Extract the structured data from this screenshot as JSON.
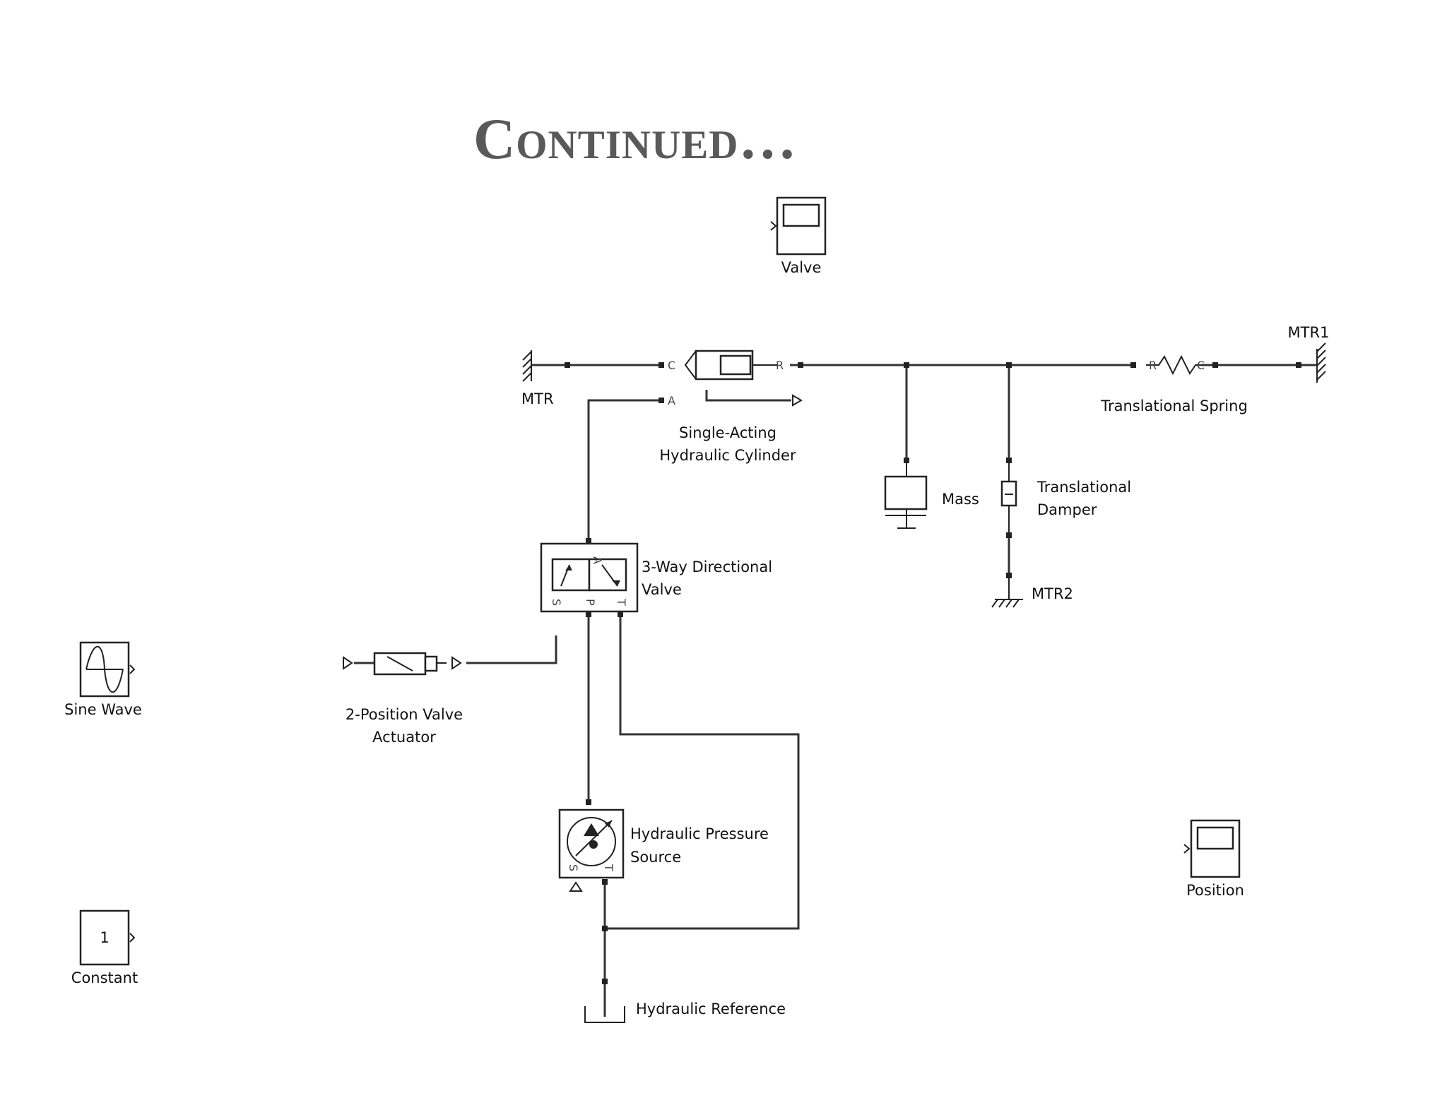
{
  "title": "Continued…",
  "blocks": {
    "valve_scope": "Valve",
    "mtr": "MTR",
    "mtr1": "MTR1",
    "mtr2": "MTR2",
    "cylinder_line1": "Single-Acting",
    "cylinder_line2": "Hydraulic Cylinder",
    "spring": "Translational Spring",
    "mass": "Mass",
    "damper_line1": "Translational",
    "damper_line2": "Damper",
    "dir_valve_line1": "3-Way Directional",
    "dir_valve_line2": "Valve",
    "actuator_line1": "2-Position Valve",
    "actuator_line2": "Actuator",
    "sine_wave": "Sine Wave",
    "pressure_source_line1": "Hydraulic Pressure",
    "pressure_source_line2": "Source",
    "position_scope": "Position",
    "constant": "Constant",
    "constant_value": "1",
    "hydraulic_reference": "Hydraulic Reference"
  },
  "ports": {
    "c": "C",
    "r": "R",
    "a": "A",
    "s": "S",
    "p": "P",
    "t": "T"
  }
}
